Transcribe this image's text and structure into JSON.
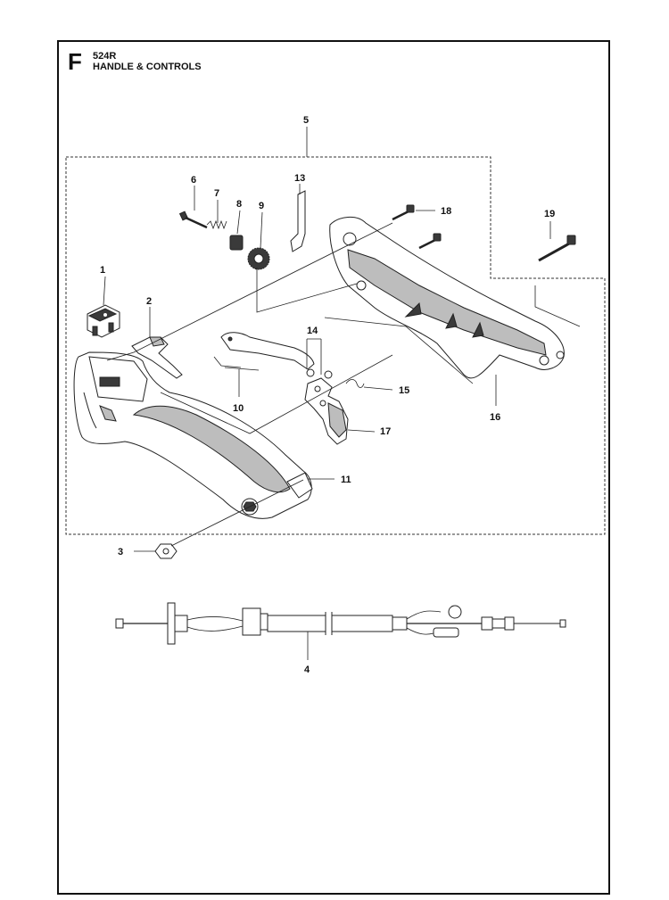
{
  "header": {
    "section_letter": "F",
    "model": "524R",
    "title": "HANDLE & CONTROLS"
  },
  "callouts": {
    "c1": "1",
    "c2": "2",
    "c3": "3",
    "c4": "4",
    "c5": "5",
    "c6": "6",
    "c7": "7",
    "c8": "8",
    "c9": "9",
    "c10": "10",
    "c11": "11",
    "c13": "13",
    "c14": "14",
    "c15": "15",
    "c16": "16",
    "c17": "17",
    "c18": "18",
    "c19": "19"
  }
}
